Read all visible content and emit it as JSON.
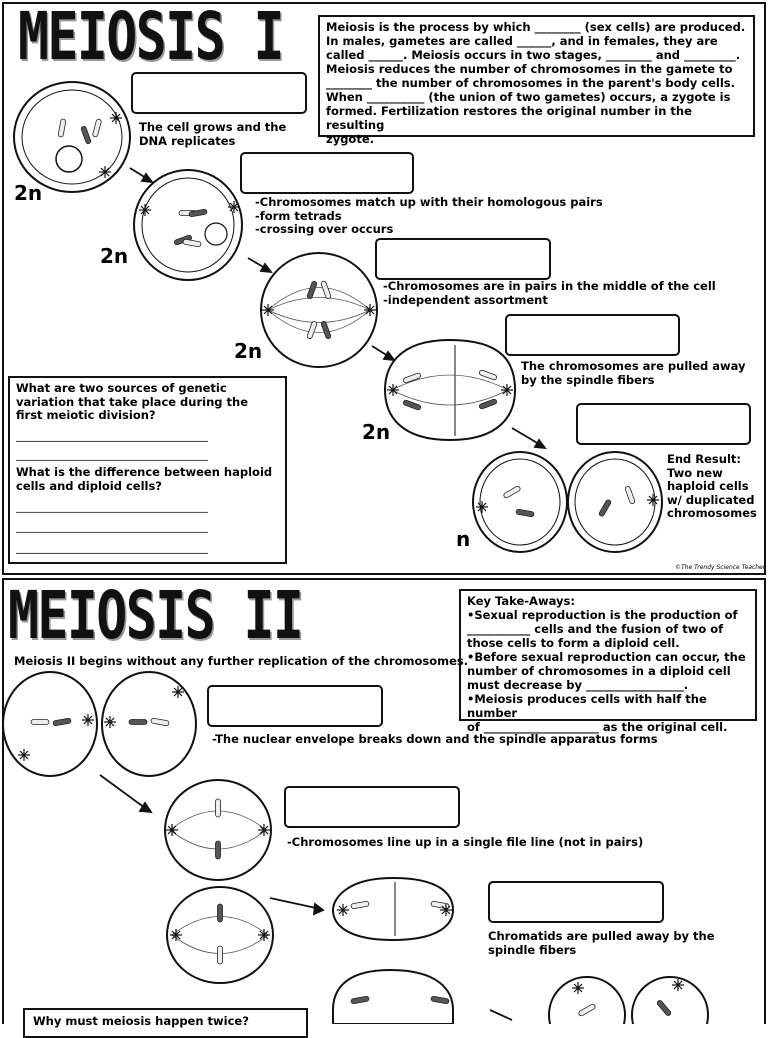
{
  "meiosis1": {
    "title": "MEIOSIS I",
    "intro_lines": [
      "Meiosis is the process by which ________ (sex cells) are produced.",
      "In males, gametes are called ______, and in females, they are",
      "called ______. Meiosis occurs in two stages, ________ and _________.",
      "Meiosis reduces the number of chromosomes in the gamete to",
      "________ the number of chromosomes in the parent's body cells.",
      "When __________ (the union of two gametes) occurs, a zygote is",
      "formed. Fertilization restores the original number in the resulting",
      "zygote."
    ],
    "step1": "The cell grows and the\nDNA replicates",
    "step2": "-Chromosomes match up with their homologous pairs\n-form tetrads\n-crossing over occurs",
    "step3": "-Chromosomes are in pairs in the middle of the cell\n-independent assortment",
    "step4": "The chromosomes are pulled away\nby the spindle fibers",
    "step5": "End Result:\nTwo new\nhaploid cells\nw/ duplicated\nchromosomes",
    "ploidy": [
      "2n",
      "2n",
      "2n",
      "2n",
      "n"
    ],
    "q1": "What are two sources of genetic\nvariation that take place during the\nfirst meiotic division?",
    "q2": "What is the difference between haploid\ncells and diploid cells?",
    "blank_line": "________________________________________________",
    "credit": "©The Trendy Science Teacher"
  },
  "meiosis2": {
    "title": "MEIOSIS II",
    "intro": "Meiosis II begins without any further replication of the chromosomes.",
    "key_lines": [
      "Key Take-Aways:",
      "•Sexual reproduction is the production of",
      "___________ cells and the fusion of two of",
      "those cells to form a diploid cell.",
      "•Before sexual reproduction can occur, the",
      "number of chromosomes in a diploid cell",
      "must decrease by _________________.",
      "•Meiosis produces cells with half the number",
      "of ____________________ as the original cell."
    ],
    "step1": "-The nuclear envelope breaks down and the spindle apparatus forms",
    "step2": "-Chromosomes line up in a single file line (not in pairs)",
    "step3": "Chromatids are pulled away by the\nspindle fibers",
    "q": "Why must meiosis happen twice?"
  }
}
